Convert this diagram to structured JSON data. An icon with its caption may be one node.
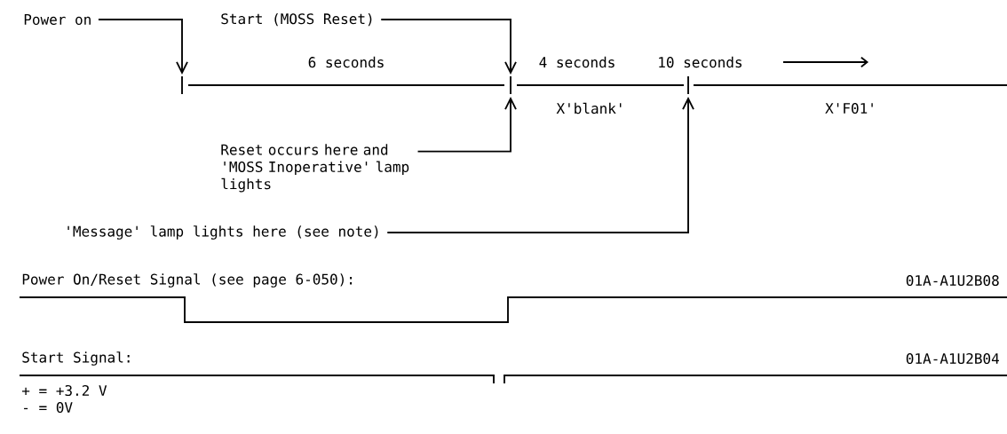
{
  "diagram": {
    "nodes": [
      {
        "text": [
          "Power on"
        ]
      },
      {
        "text": [
          "Start (MOSS Reset)"
        ]
      },
      {
        "text": [
          "Reset occurs here and 'MOSS Inoperative' lamp lights"
        ]
      },
      {
        "text": [
          "'Message' lamp lights here (see note)"
        ]
      }
    ],
    "edges": [
      {
        "from": 0,
        "to": null,
        "arrow": "to"
      },
      {
        "from": 1,
        "to": null,
        "arrow": "to"
      },
      {
        "from": 2,
        "to": null,
        "arrow": "to"
      },
      {
        "from": 3,
        "to": null,
        "arrow": "to"
      }
    ],
    "labels": [
      "6 seconds",
      "4 seconds",
      "10 seconds",
      "X'blank'",
      "X'F01'",
      "Power On/Reset Signal (see page 6-050):",
      "01A-A1U2B08",
      "Start Signal:",
      "01A-A1U2B04",
      "+ = +3.2 V",
      "- = 0V"
    ]
  }
}
